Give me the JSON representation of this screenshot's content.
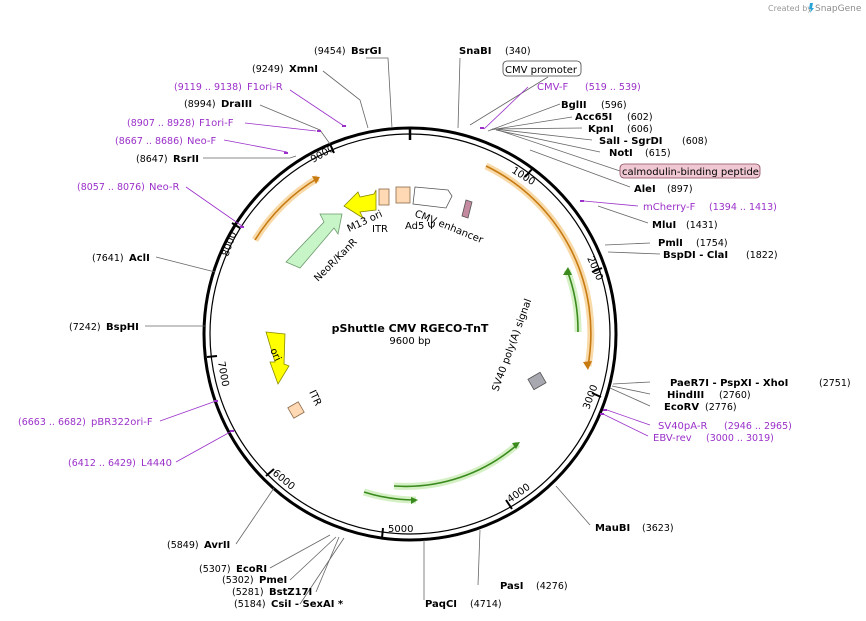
{
  "credit": {
    "created_by": "Created by",
    "brand": "SnapGene"
  },
  "plasmid": {
    "name": "pShuttle CMV RGECO-TnT",
    "length": "9600 bp"
  },
  "sites": [
    {
      "name": "BsrGI",
      "pos": "(9454)"
    },
    {
      "name": "XmnI",
      "pos": "(9249)"
    },
    {
      "name": "DraIII",
      "pos": "(8994)"
    },
    {
      "name": "RsrII",
      "pos": "(8647)"
    },
    {
      "name": "AclI",
      "pos": "(7641)"
    },
    {
      "name": "BspHI",
      "pos": "(7242)"
    },
    {
      "name": "AvrII",
      "pos": "(5849)"
    },
    {
      "name": "EcoRI",
      "pos": "(5307)"
    },
    {
      "name": "PmeI",
      "pos": "(5302)"
    },
    {
      "name": "BstZ17I",
      "pos": "(5281)"
    },
    {
      "name": "CsiI  - SexAI  *",
      "pos": "(5184)"
    },
    {
      "name": "PaqCI",
      "pos": "(4714)"
    },
    {
      "name": "PasI",
      "pos": "(4276)"
    },
    {
      "name": "MauBI",
      "pos": "(3623)"
    },
    {
      "name": "EcoRV",
      "pos": "(2776)"
    },
    {
      "name": "HindIII",
      "pos": "(2760)"
    },
    {
      "name": "PaeR7I  - PspXI  - XhoI",
      "pos": "(2751)"
    },
    {
      "name": "BspDI  - ClaI",
      "pos": "(1822)"
    },
    {
      "name": "PmlI",
      "pos": "(1754)"
    },
    {
      "name": "MluI",
      "pos": "(1431)"
    },
    {
      "name": "AleI",
      "pos": "(897)"
    },
    {
      "name": "NotI",
      "pos": "(615)"
    },
    {
      "name": "SalI  - SgrDI",
      "pos": "(608)"
    },
    {
      "name": "KpnI",
      "pos": "(606)"
    },
    {
      "name": "Acc65I",
      "pos": "(602)"
    },
    {
      "name": "BglII",
      "pos": "(596)"
    },
    {
      "name": "SnaBI",
      "pos": "(340)"
    }
  ],
  "primers": [
    {
      "name": "F1ori-R",
      "pos": "(9119 .. 9138)"
    },
    {
      "name": "F1ori-F",
      "pos": "(8907 .. 8928)"
    },
    {
      "name": "Neo-F",
      "pos": "(8667 .. 8686)"
    },
    {
      "name": "Neo-R",
      "pos": "(8057 .. 8076)"
    },
    {
      "name": "pBR322ori-F",
      "pos": "(6663 .. 6682)"
    },
    {
      "name": "L4440",
      "pos": "(6412 .. 6429)"
    },
    {
      "name": "CMV-F",
      "pos": "(519 .. 539)"
    },
    {
      "name": "mCherry-F",
      "pos": "(1394 .. 1413)"
    },
    {
      "name": "SV40pA-R",
      "pos": "(2946 .. 2965)"
    },
    {
      "name": "EBV-rev",
      "pos": "(3000 .. 3019)"
    }
  ],
  "boxed": {
    "cmv_promoter": "CMV promoter",
    "calmodulin": "calmodulin-binding peptide"
  },
  "features": {
    "m13_ori": "M13 ori",
    "itr": "ITR",
    "ad5": "Ad5 Ψ",
    "cmv_enhancer": "CMV enhancer",
    "neor": "NeoR/KanR",
    "ori": "ori",
    "itr2": "ITR",
    "sv40": "SV40 poly(A) signal"
  },
  "ticks": [
    "1000",
    "2000",
    "3000",
    "4000",
    "5000",
    "6000",
    "7000",
    "8000",
    "9000"
  ],
  "colors": {
    "backbone": "#000000",
    "restriction_text": "#000000",
    "primer": "#9b30c9",
    "orange_feature": "#f0a030",
    "green_feature": "#4a9a2a",
    "neor_fill": "#c8f5c8",
    "ori_fill": "#ffff00",
    "itr_fill": "#ffd9b3",
    "calmodulin_fill": "#f0c8d4"
  }
}
